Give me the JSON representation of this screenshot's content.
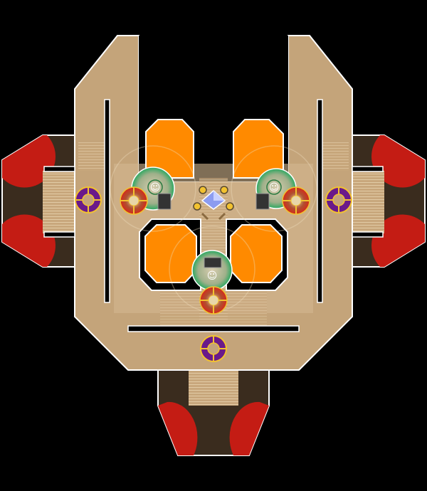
{
  "map": {
    "colors": {
      "background": "#000000",
      "hull": "#c4a47a",
      "hull_light": "#dcc39e",
      "hull_dark": "#3a2c1e",
      "outline": "#ffffff",
      "room": "#ff8a00",
      "engine": "#c41c14",
      "station": "#2aa860",
      "target": "#d42a1a",
      "target_ring": "#f2c230",
      "door": "#6a1a8a",
      "crystal": "#8c9cf0"
    },
    "rooms": 4,
    "stations": [
      "station-left",
      "station-right",
      "station-bottom"
    ],
    "targets": [
      "target-left",
      "target-right",
      "target-bottom"
    ],
    "doors": [
      "door-left",
      "door-right",
      "door-bottom"
    ],
    "center_item": "crystal-icon"
  }
}
